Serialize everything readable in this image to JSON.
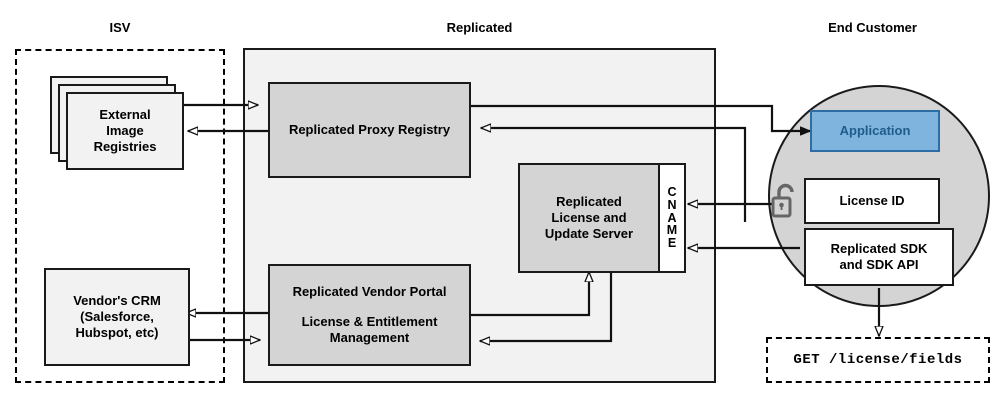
{
  "diagram": {
    "title_isv": "ISV",
    "title_replicated": "Replicated",
    "title_end_customer": "End Customer"
  },
  "nodes": {
    "external_image_registries": "External\nImage\nRegistries",
    "vendors_crm": "Vendor's CRM\n(Salesforce,\nHubspot, etc)",
    "replicated_proxy_registry": "Replicated Proxy Registry",
    "replicated_license_update_server": "Replicated\nLicense and\nUpdate Server",
    "cname_letters": [
      "C",
      "N",
      "A",
      "M",
      "E"
    ],
    "replicated_vendor_portal": "Replicated Vendor Portal",
    "license_entitlement_management": "License & Entitlement\nManagement",
    "application": "Application",
    "license_id": "License ID",
    "replicated_sdk": "Replicated SDK\nand SDK API",
    "api_call": "GET /license/fields"
  },
  "icons": {
    "unlock": "unlock-icon"
  },
  "colors": {
    "zone_fill": "#f2f2f2",
    "node_fill": "#d4d4d4",
    "circle_fill": "#d4d4d4",
    "application_fill": "#7eb4dd",
    "application_border": "#2d6da3",
    "application_text": "#1f5c8b",
    "stroke": "#1a1a1a"
  }
}
